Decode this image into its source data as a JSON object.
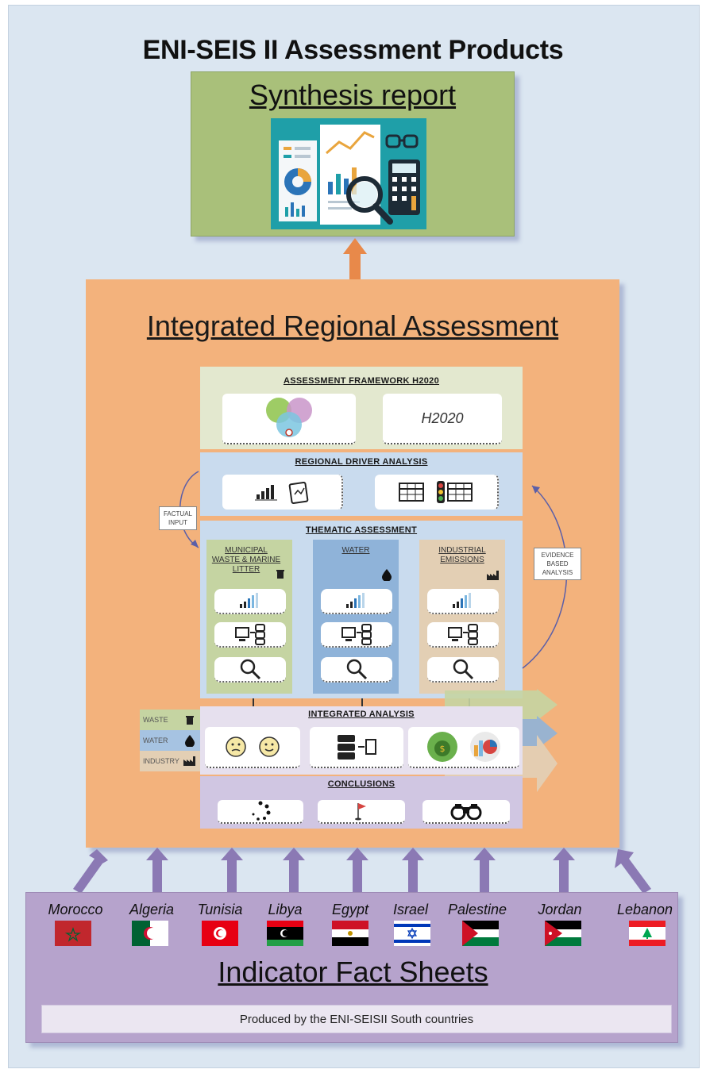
{
  "title": "ENI-SEIS II Assessment Products",
  "synthesis": {
    "title": "Synthesis report"
  },
  "integrated": {
    "title": "Integrated Regional Assessment",
    "framework": {
      "title": "ASSESSMENT FRAMEWORK H2020",
      "h2020": "H2020"
    },
    "driver": {
      "title": "REGIONAL DRIVER ANALYSIS"
    },
    "thematic": {
      "title": "THEMATIC ASSESSMENT",
      "columns": [
        {
          "label": "MUNICIPAL WASTE & MARINE LITTER"
        },
        {
          "label": "WATER"
        },
        {
          "label": "INDUSTRIAL EMISSIONS"
        }
      ]
    },
    "factual_input": "FACTUAL INPUT",
    "evidence": "EVIDENCE BASED ANALYSIS",
    "analysis": {
      "title": "INTEGRATED ANALYSIS",
      "legend": [
        "WASTE",
        "WATER",
        "INDUSTRY"
      ]
    },
    "conclusions": {
      "title": "CONCLUSIONS"
    }
  },
  "indicator": {
    "title": "Indicator Fact Sheets",
    "produced": "Produced by the ENI-SEISII South countries",
    "countries": [
      "Morocco",
      "Algeria",
      "Tunisia",
      "Libya",
      "Egypt",
      "Israel",
      "Palestine",
      "Jordan",
      "Lebanon"
    ]
  },
  "colors": {
    "background": "#dbe6f1",
    "synthesis": "#a9c07a",
    "integrated": "#f3b27c",
    "indicator": "#b6a3cc",
    "arrow_orange": "#e8894a",
    "arrow_purple": "#8b79b4"
  }
}
